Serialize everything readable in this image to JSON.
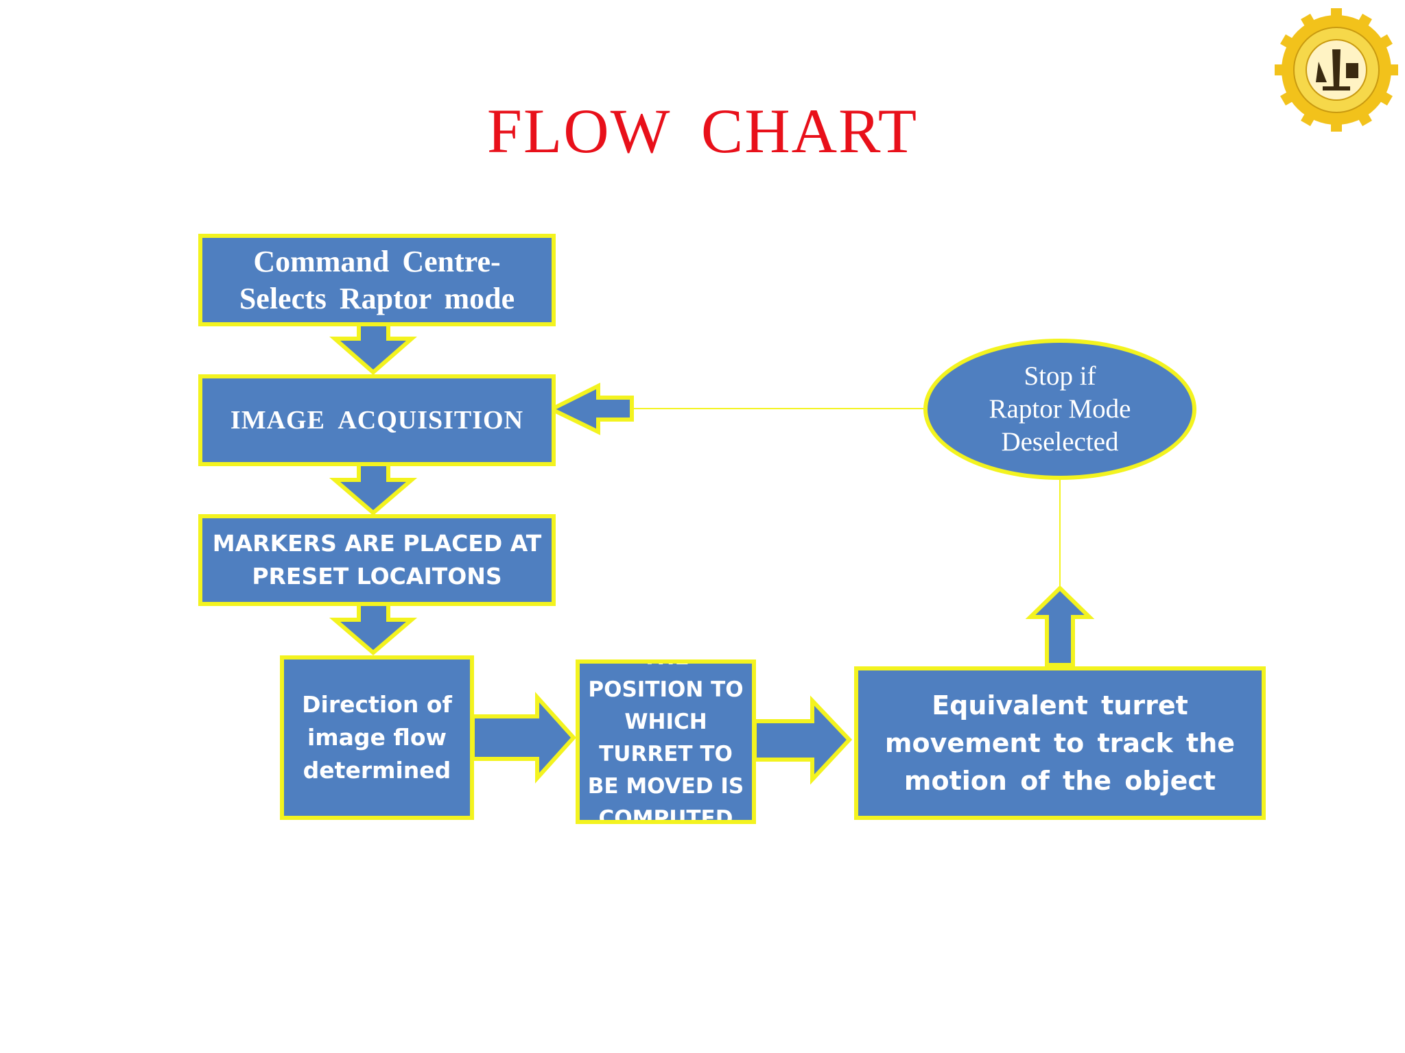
{
  "title": "FLOW  CHART",
  "nodes": {
    "command_centre": "Command  Centre-\nSelects  Raptor  mode",
    "image_acquisition": "IMAGE  ACQUISITION",
    "markers": "MARKERS ARE  PLACED AT\nPRESET LOCAITONS",
    "direction": "Direction  of\nimage  flow\ndetermined",
    "position": "THE\nPOSITION TO\nWHICH\nTURRET TO\nBE MOVED IS\nCOMPUTED",
    "equivalent": "Equivalent  turret\nmovement  to  track  the\nmotion  of  the  object",
    "stop": "Stop  if\nRaptor Mode\nDeselected"
  },
  "logo": {
    "name": "institute-seal"
  },
  "colors": {
    "title": "#e8101a",
    "box_fill": "#4f7fc0",
    "box_border": "#f3f31f",
    "text": "#ffffff"
  }
}
